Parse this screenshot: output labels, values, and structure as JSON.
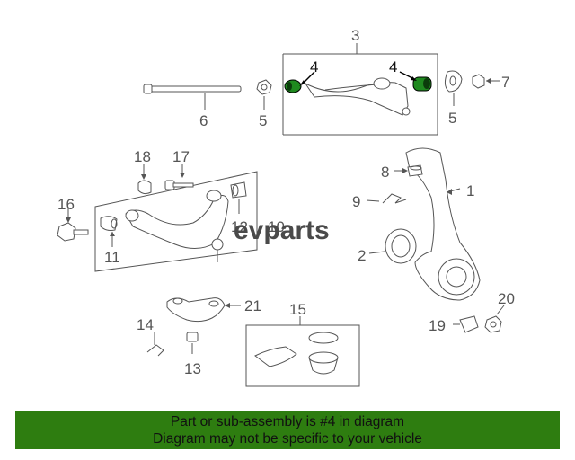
{
  "callouts": {
    "c1": "1",
    "c2": "2",
    "c3": "3",
    "c4a": "4",
    "c4b": "4",
    "c5a": "5",
    "c5b": "5",
    "c6": "6",
    "c7": "7",
    "c8": "8",
    "c9": "9",
    "c10": "10",
    "c11": "11",
    "c12": "12",
    "c13": "13",
    "c14": "14",
    "c15": "15",
    "c16": "16",
    "c17": "17",
    "c18": "18",
    "c19": "19",
    "c20": "20",
    "c21": "21"
  },
  "watermark": "evparts",
  "highlight_color": "#1f8a1f",
  "banner": {
    "line1": "Part or sub-assembly is #4 in diagram",
    "line2": "Diagram may not be specific to your vehicle",
    "background": "#2e7d10"
  }
}
